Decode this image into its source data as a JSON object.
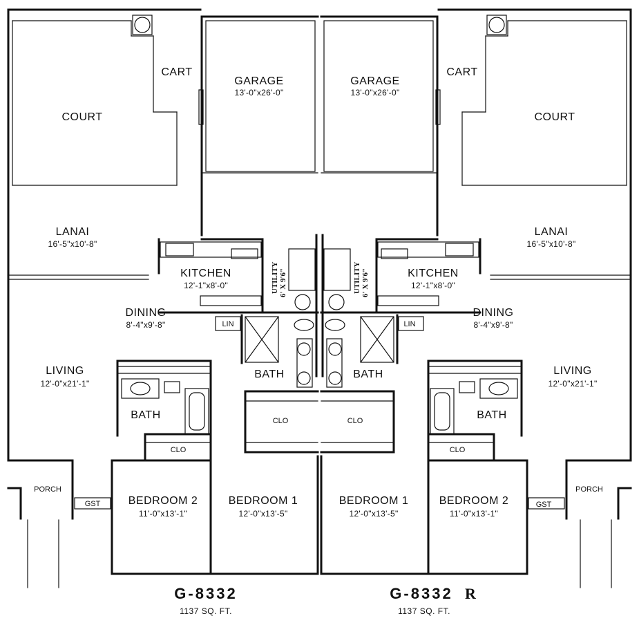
{
  "left_unit": {
    "court": "COURT",
    "cart": "CART",
    "garage": {
      "name": "GARAGE",
      "size": "13'-0\"x26'-0\""
    },
    "lanai": {
      "name": "LANAI",
      "size": "16'-5\"x10'-8\""
    },
    "kitchen": {
      "name": "KITCHEN",
      "size": "12'-1\"x8'-0\""
    },
    "utility": {
      "name": "UTILITY",
      "size": "6' X 9'6\""
    },
    "dining": {
      "name": "DINING",
      "size": "8'-4\"x9'-8\""
    },
    "lin": "LIN",
    "bath_main": "BATH",
    "living": {
      "name": "LIVING",
      "size": "12'-0\"x21'-1\""
    },
    "bath_2": "BATH",
    "clo_large": "CLO",
    "clo_small": "CLO",
    "porch": "PORCH",
    "gst": "GST",
    "bedroom2": {
      "name": "BEDROOM 2",
      "size": "11'-0\"x13'-1\""
    },
    "bedroom1": {
      "name": "BEDROOM 1",
      "size": "12'-0\"x13'-5\""
    },
    "plan_number": "G-8332",
    "sq_ft": "1137 SQ. FT."
  },
  "right_unit": {
    "court": "COURT",
    "cart": "CART",
    "garage": {
      "name": "GARAGE",
      "size": "13'-0\"x26'-0\""
    },
    "lanai": {
      "name": "LANAI",
      "size": "16'-5\"x10'-8\""
    },
    "kitchen": {
      "name": "KITCHEN",
      "size": "12'-1\"x8'-0\""
    },
    "utility": {
      "name": "UTILITY",
      "size": "6' X 9'6\""
    },
    "dining": {
      "name": "DINING",
      "size": "8'-4\"x9'-8\""
    },
    "lin": "LIN",
    "bath_main": "BATH",
    "living": {
      "name": "LIVING",
      "size": "12'-0\"x21'-1\""
    },
    "bath_2": "BATH",
    "clo_large": "CLO",
    "clo_small": "CLO",
    "porch": "PORCH",
    "gst": "GST",
    "bedroom1": {
      "name": "BEDROOM 1",
      "size": "12'-0\"x13'-5\""
    },
    "bedroom2": {
      "name": "BEDROOM 2",
      "size": "11'-0\"x13'-1\""
    },
    "plan_number": "G-8332",
    "plan_suffix": "R",
    "sq_ft": "1137 SQ. FT."
  }
}
